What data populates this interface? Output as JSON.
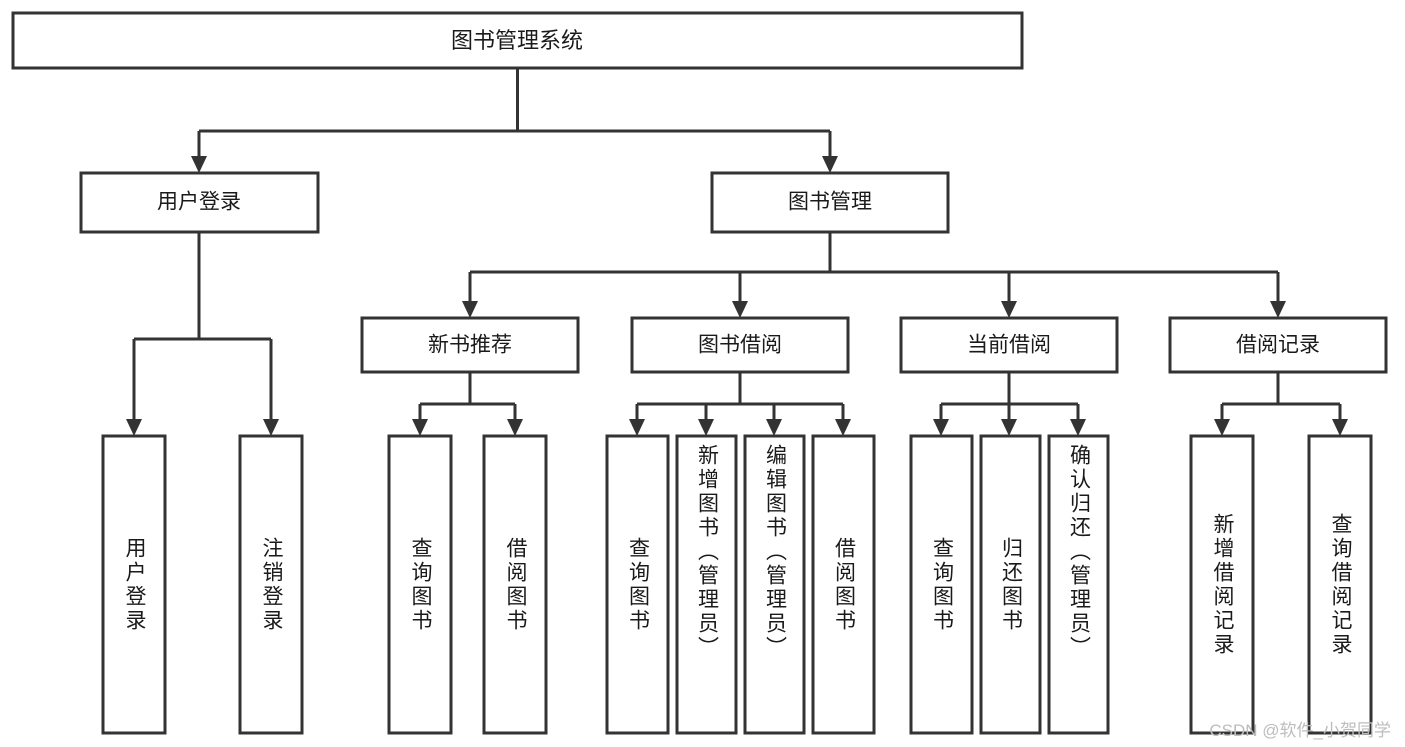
{
  "diagram": {
    "title": "图书管理系统",
    "watermark": "CSDN @软件_小贺同学",
    "colors": {
      "border": "#333333",
      "fill": "#ffffff",
      "text": "#1a1a1a",
      "watermark": "#bdbdbd",
      "background": "#ffffff"
    },
    "root": {
      "label": "图书管理系统"
    },
    "level1": [
      {
        "label": "用户登录"
      },
      {
        "label": "图书管理"
      }
    ],
    "level2": [
      {
        "label": "新书推荐"
      },
      {
        "label": "图书借阅"
      },
      {
        "label": "当前借阅"
      },
      {
        "label": "借阅记录"
      }
    ],
    "leaves": {
      "user_login": [
        {
          "label": "用户登录"
        },
        {
          "label": "注销登录"
        }
      ],
      "new_book_recommend": [
        {
          "label": "查询图书"
        },
        {
          "label": "借阅图书"
        }
      ],
      "book_borrow": [
        {
          "label": "查询图书"
        },
        {
          "label": "新增图书（管理员）"
        },
        {
          "label": "编辑图书（管理员）"
        },
        {
          "label": "借阅图书"
        }
      ],
      "current_borrow": [
        {
          "label": "查询图书"
        },
        {
          "label": "归还图书"
        },
        {
          "label": "确认归还（管理员）"
        }
      ],
      "borrow_records": [
        {
          "label": "新增借阅记录"
        },
        {
          "label": "查询借阅记录"
        }
      ]
    }
  }
}
